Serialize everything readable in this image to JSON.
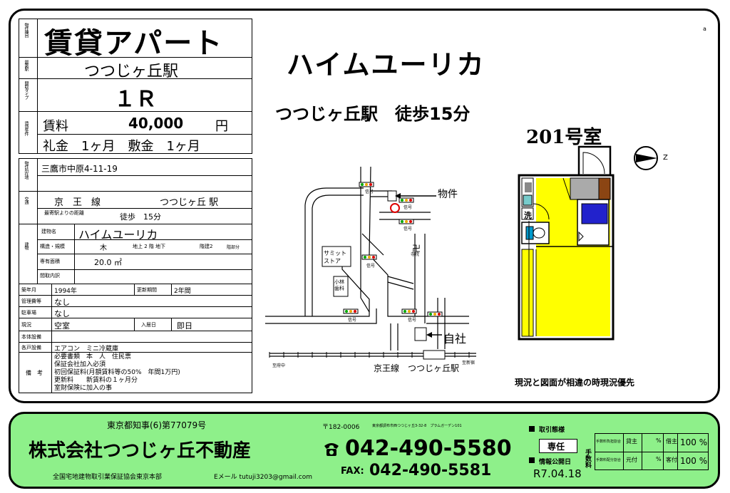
{
  "header": {
    "category": "賃貸アパート",
    "station": "つつじヶ丘駅",
    "layout": "１Ｒ",
    "rent_label": "賃料",
    "rent_value": "40,000",
    "rent_unit": "円",
    "deposit_line": "礼金　1ヶ月　敷金　1ヶ月",
    "side_labels": [
      "物件種目",
      "最寄駅",
      "間取タイプ",
      "賃貸条件"
    ]
  },
  "details": {
    "address": "三鷹市中原4-11-19",
    "line": "京　王　線",
    "line_station": "つつじヶ丘 駅",
    "distance_label": "最寄駅よりの距離",
    "distance_value": "徒歩　15分",
    "building_label": "建物名",
    "building_name": "ハイムユーリカ",
    "structure_label": "構造・規模",
    "structure_value": "木",
    "floors_text": "地上 2 階 地下",
    "floor_label": "階建2",
    "floor_part": "階部分",
    "area_label": "専有面積",
    "area_value": "20.0 ㎡",
    "interior_label": "間取内訳",
    "built_label": "築年月",
    "built_value": "1994年",
    "renewal_label": "更新期間",
    "renewal_value": "2年間",
    "manager_label": "管理費等",
    "manager_value": "なし",
    "parking_label": "駐車場",
    "parking_value": "なし",
    "status_label": "現況",
    "status_value": "空室",
    "move_label": "入居日",
    "move_value": "即日",
    "facility_label": "本体設備",
    "equipment_label": "各戸設備",
    "equipment_value": "エアコン　ミニ冷蔵庫",
    "remarks_label": "備　考",
    "remarks": [
      "必要書類　本　人　住民票",
      "保証会社加入必須",
      "初回保証料(月額賃料等の50%　年間1万円)",
      "更新料　　新賃料の１ヶ月分",
      "室財保険に加入の事"
    ],
    "side_labels": [
      "物件所在地",
      "交通",
      "建物"
    ]
  },
  "property": {
    "name": "ハイムユーリカ",
    "access": "つつじヶ丘駅　徒歩15分",
    "room": "201号室",
    "note": "現況と図面が相違の時現況優先",
    "corner_mark": "a"
  },
  "map": {
    "target_label": "物件",
    "store_label": "サミット\nストア",
    "shrine_label": "卍",
    "self_label": "自社",
    "station_caption": "京王線　つつじヶ丘駅",
    "west_label": "至府中",
    "east_label": "至新宿",
    "signal_label": "信号",
    "temple_label": "寺院",
    "school_label": "小林\n歯科"
  },
  "floorplan": {
    "compass": "Z",
    "wash_label": "洗",
    "colors": {
      "room": "#ffff00",
      "kitchen": "#888888",
      "closet": "#2222cc",
      "door": "#8b4513",
      "wash": "#0099cc"
    }
  },
  "footer": {
    "license": "東京都知事(6)第77079号",
    "company": "株式会社つつじヶ丘不動産",
    "association": "全国宅地建物取引業保証協会東京本部",
    "email": "Eメール tutuji3203@gmail.com",
    "postal": "〒182-0006",
    "address_small": "東京都調布市西つつじヶ丘3-32-8　プラムガーデン101",
    "tel": "042-490-5580",
    "fax_label": "FAX:",
    "fax": "042-490-5581",
    "deal_label": "取引態様",
    "deal_value": "専任",
    "publish_label": "情報公開日",
    "publish_date": "R7.04.18",
    "fee_label": "手数料",
    "fee_rows": [
      {
        "a": "手数料負担割合",
        "b": "貸主",
        "c": "%",
        "d": "借主",
        "e": "100 %"
      },
      {
        "a": "手数料配分割合",
        "b": "元付",
        "c": "%",
        "d": "客付",
        "e": "100 %"
      }
    ]
  }
}
